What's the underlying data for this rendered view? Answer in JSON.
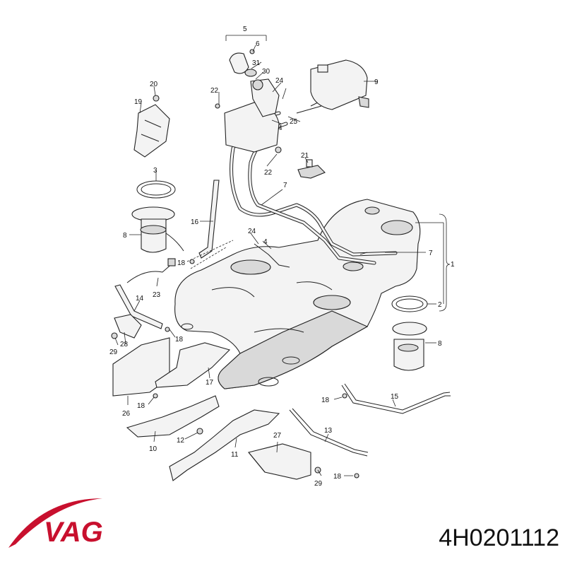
{
  "brand": {
    "logo_text": "VAG",
    "logo_color": "#c8102e"
  },
  "part_number": "4H0201112",
  "callouts": [
    "1",
    "2",
    "3",
    "4",
    "4",
    "5",
    "6",
    "7",
    "7",
    "8",
    "8",
    "9",
    "10",
    "11",
    "12",
    "13",
    "14",
    "15",
    "16",
    "17",
    "18",
    "18",
    "18",
    "18",
    "18",
    "19",
    "20",
    "21",
    "22",
    "22",
    "23",
    "24",
    "24",
    "25",
    "26",
    "27",
    "28",
    "29",
    "29",
    "30",
    "31"
  ]
}
